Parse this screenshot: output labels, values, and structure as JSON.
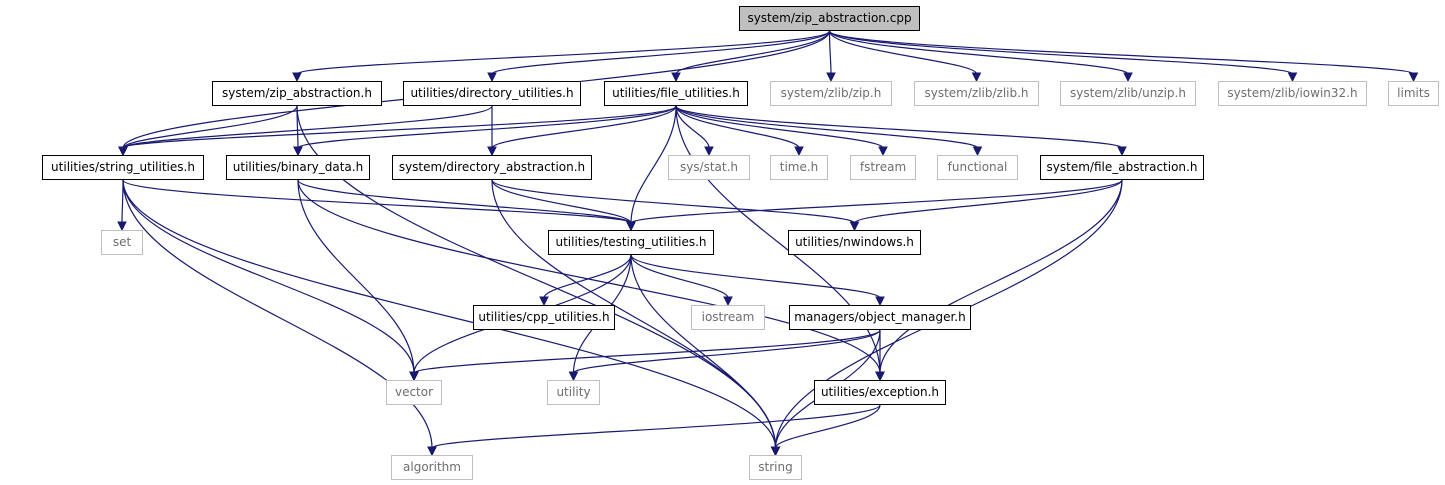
{
  "graph": {
    "colors": {
      "edge": "#191970",
      "root_fill": "#bfbfbf",
      "local_border": "#000000",
      "external_border": "#bfbfbf",
      "external_text": "#6e6e6e"
    },
    "nodes": [
      {
        "id": "root",
        "label": "system/zip_abstraction.cpp",
        "kind": "root"
      },
      {
        "id": "zip_h",
        "label": "system/zip_abstraction.h",
        "kind": "local"
      },
      {
        "id": "dir_util",
        "label": "utilities/directory_utilities.h",
        "kind": "local"
      },
      {
        "id": "file_util",
        "label": "utilities/file_utilities.h",
        "kind": "local"
      },
      {
        "id": "zlib_zip",
        "label": "system/zlib/zip.h",
        "kind": "external"
      },
      {
        "id": "zlib_zlib",
        "label": "system/zlib/zlib.h",
        "kind": "external"
      },
      {
        "id": "zlib_unzip",
        "label": "system/zlib/unzip.h",
        "kind": "external"
      },
      {
        "id": "zlib_iowin",
        "label": "system/zlib/iowin32.h",
        "kind": "external"
      },
      {
        "id": "limits",
        "label": "limits",
        "kind": "external"
      },
      {
        "id": "str_util",
        "label": "utilities/string_utilities.h",
        "kind": "local"
      },
      {
        "id": "bin_data",
        "label": "utilities/binary_data.h",
        "kind": "local"
      },
      {
        "id": "dir_abs",
        "label": "system/directory_abstraction.h",
        "kind": "local"
      },
      {
        "id": "sys_stat",
        "label": "sys/stat.h",
        "kind": "external"
      },
      {
        "id": "time_h",
        "label": "time.h",
        "kind": "external"
      },
      {
        "id": "fstream",
        "label": "fstream",
        "kind": "external"
      },
      {
        "id": "functional",
        "label": "functional",
        "kind": "external"
      },
      {
        "id": "file_abs",
        "label": "system/file_abstraction.h",
        "kind": "local"
      },
      {
        "id": "set",
        "label": "set",
        "kind": "external"
      },
      {
        "id": "test_util",
        "label": "utilities/testing_utilities.h",
        "kind": "local"
      },
      {
        "id": "nwindows",
        "label": "utilities/nwindows.h",
        "kind": "local"
      },
      {
        "id": "cpp_util",
        "label": "utilities/cpp_utilities.h",
        "kind": "local"
      },
      {
        "id": "iostream",
        "label": "iostream",
        "kind": "external"
      },
      {
        "id": "obj_mgr",
        "label": "managers/object_manager.h",
        "kind": "local"
      },
      {
        "id": "vector",
        "label": "vector",
        "kind": "external"
      },
      {
        "id": "utility",
        "label": "utility",
        "kind": "external"
      },
      {
        "id": "exception",
        "label": "utilities/exception.h",
        "kind": "local"
      },
      {
        "id": "algorithm",
        "label": "algorithm",
        "kind": "external"
      },
      {
        "id": "string",
        "label": "string",
        "kind": "external"
      }
    ],
    "edges": [
      [
        "root",
        "zip_h"
      ],
      [
        "root",
        "dir_util"
      ],
      [
        "root",
        "file_util"
      ],
      [
        "root",
        "zlib_zip"
      ],
      [
        "root",
        "zlib_zlib"
      ],
      [
        "root",
        "zlib_unzip"
      ],
      [
        "root",
        "zlib_iowin"
      ],
      [
        "root",
        "limits"
      ],
      [
        "root",
        "str_util"
      ],
      [
        "zip_h",
        "str_util"
      ],
      [
        "zip_h",
        "bin_data"
      ],
      [
        "zip_h",
        "string"
      ],
      [
        "dir_util",
        "str_util"
      ],
      [
        "dir_util",
        "dir_abs"
      ],
      [
        "file_util",
        "str_util"
      ],
      [
        "file_util",
        "bin_data"
      ],
      [
        "file_util",
        "dir_abs"
      ],
      [
        "file_util",
        "test_util"
      ],
      [
        "file_util",
        "sys_stat"
      ],
      [
        "file_util",
        "time_h"
      ],
      [
        "file_util",
        "fstream"
      ],
      [
        "file_util",
        "functional"
      ],
      [
        "file_util",
        "file_abs"
      ],
      [
        "file_util",
        "exception"
      ],
      [
        "str_util",
        "set"
      ],
      [
        "str_util",
        "test_util"
      ],
      [
        "str_util",
        "vector"
      ],
      [
        "str_util",
        "algorithm"
      ],
      [
        "str_util",
        "string"
      ],
      [
        "bin_data",
        "test_util"
      ],
      [
        "bin_data",
        "vector"
      ],
      [
        "bin_data",
        "exception"
      ],
      [
        "dir_abs",
        "test_util"
      ],
      [
        "dir_abs",
        "nwindows"
      ],
      [
        "dir_abs",
        "string"
      ],
      [
        "file_abs",
        "test_util"
      ],
      [
        "file_abs",
        "nwindows"
      ],
      [
        "file_abs",
        "exception"
      ],
      [
        "file_abs",
        "string"
      ],
      [
        "test_util",
        "cpp_util"
      ],
      [
        "test_util",
        "iostream"
      ],
      [
        "test_util",
        "obj_mgr"
      ],
      [
        "test_util",
        "vector"
      ],
      [
        "test_util",
        "utility"
      ],
      [
        "test_util",
        "string"
      ],
      [
        "obj_mgr",
        "vector"
      ],
      [
        "obj_mgr",
        "utility"
      ],
      [
        "obj_mgr",
        "exception"
      ],
      [
        "obj_mgr",
        "string"
      ],
      [
        "exception",
        "algorithm"
      ],
      [
        "exception",
        "string"
      ]
    ]
  }
}
